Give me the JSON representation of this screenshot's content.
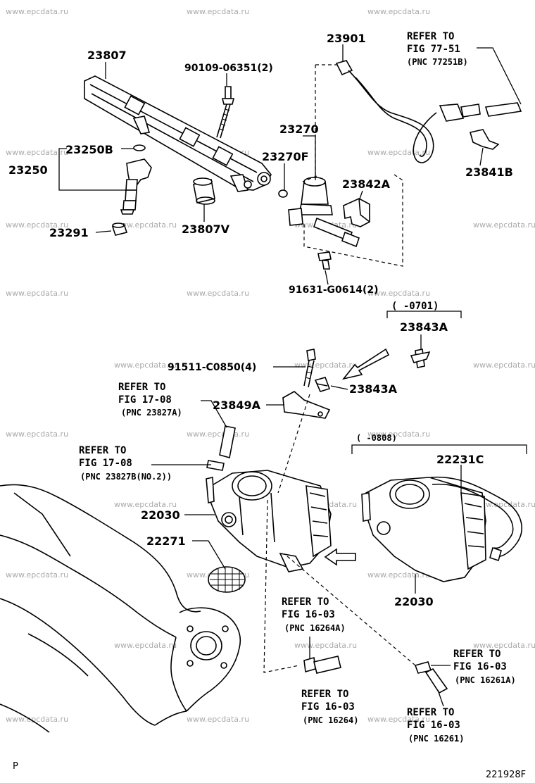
{
  "watermark": "www.epcdata.ru",
  "parts": {
    "p23807": "23807",
    "p90109": "90109-06351(2)",
    "p23901": "23901",
    "p23270": "23270",
    "p23270F": "23270F",
    "p23250B": "23250B",
    "p23250": "23250",
    "p23842A": "23842A",
    "p23291": "23291",
    "p23807V": "23807V",
    "p23841B": "23841B",
    "p91631": "91631-G0614(2)",
    "p23843A_top": "23843A",
    "p91511": "91511-C0850(4)",
    "p23843A": "23843A",
    "p23849A": "23849A",
    "p22231C": "22231C",
    "p22030_left": "22030",
    "p22030_right": "22030",
    "p22271": "22271"
  },
  "ranges": {
    "r0701": "(   -0701)",
    "r0808": "(   -0808)"
  },
  "refs": {
    "ref1": {
      "l1": "REFER TO",
      "l2": "FIG 77-51",
      "l3": "(PNC 77251B)"
    },
    "ref2": {
      "l1": "REFER TO",
      "l2": "FIG 17-08",
      "l3": "(PNC 23827A)"
    },
    "ref3": {
      "l1": "REFER TO",
      "l2": "FIG 17-08",
      "l3": "(PNC 23827B(NO.2))"
    },
    "ref4": {
      "l1": "REFER TO",
      "l2": "FIG 16-03",
      "l3": "(PNC 16264A)"
    },
    "ref5": {
      "l1": "REFER TO",
      "l2": "FIG 16-03",
      "l3": "(PNC 16261A)"
    },
    "ref6": {
      "l1": "REFER TO",
      "l2": "FIG 16-03",
      "l3": "(PNC 16264)"
    },
    "ref7": {
      "l1": "REFER TO",
      "l2": "FIG 16-03",
      "l3": "(PNC 16261)"
    }
  },
  "footer": {
    "left": "P",
    "right": "221928F"
  }
}
